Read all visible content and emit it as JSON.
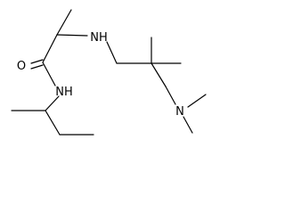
{
  "molecule": {
    "atoms": {
      "carbonyl_oxygen": "O",
      "amide_nitrogen": "NH",
      "amine_nitrogen": "NH",
      "dimethylamino_nitrogen": "N"
    }
  },
  "colors": {
    "bond": "#000000",
    "background": "#ffffff"
  }
}
